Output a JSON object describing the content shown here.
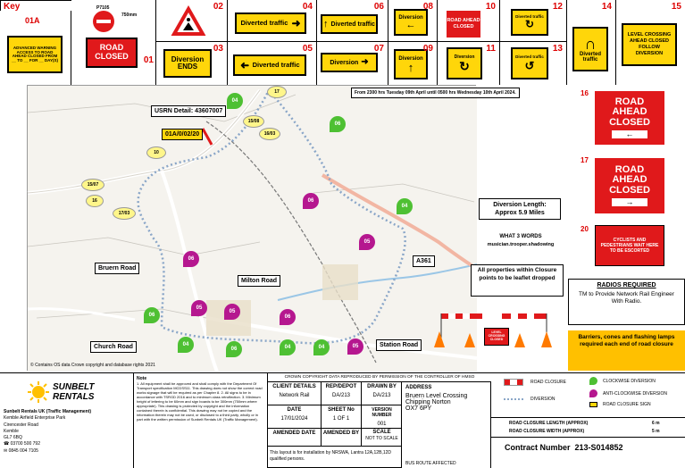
{
  "key": {
    "title": "Key",
    "items": [
      {
        "id": "01A",
        "label": "01A",
        "text": "ADVANCED WARNING ACCESS TO ROAD AHEAD CLOSED FROM __ TO __ FOR __ DAY(S)"
      },
      {
        "id": "01",
        "sign_top": "P7105",
        "sign_top_right": "750mm",
        "text": "ROAD CLOSED",
        "num": "01"
      },
      {
        "id": "02",
        "num": "02"
      },
      {
        "id": "03",
        "text": "Diversion ENDS",
        "num": "03"
      },
      {
        "id": "04",
        "text": "Diverted traffic",
        "num": "04"
      },
      {
        "id": "05",
        "text": "Diverted traffic",
        "num": "05"
      },
      {
        "id": "06",
        "text": "Diverted traffic",
        "num": "06"
      },
      {
        "id": "07",
        "text": "Diversion",
        "num": "07"
      },
      {
        "id": "08",
        "text": "Diversion",
        "num": "08"
      },
      {
        "id": "09",
        "text": "Diversion",
        "num": "09"
      },
      {
        "id": "10",
        "text": "ROAD AHEAD CLOSED",
        "num": "10"
      },
      {
        "id": "11",
        "text": "Diversion",
        "num": "11"
      },
      {
        "id": "12",
        "text": "Diverted traffic",
        "num": "12"
      },
      {
        "id": "13",
        "text": "Diverted traffic",
        "num": "13"
      },
      {
        "id": "14",
        "text": "Diverted traffic",
        "num": "14"
      },
      {
        "id": "15",
        "text": "LEVEL CROSSING AHEAD CLOSED FOLLOW DIVERSION",
        "num": "15"
      }
    ]
  },
  "right_signs": [
    {
      "num": "16",
      "text": "ROAD AHEAD CLOSED",
      "arrow": "left"
    },
    {
      "num": "17",
      "text": "ROAD AHEAD CLOSED",
      "arrow": "right"
    },
    {
      "num": "20",
      "text": "CYCLISTS AND PEDESTRIANS WAIT HERE TO BE ESCORTED"
    }
  ],
  "map": {
    "period_note": "From 2300 hrs Tuesday 09th April until 0500 hrs Wednesday 10th April 2024.",
    "usrn": "USRN Detail: 43607007",
    "closure_ref": "01A/0/02/20",
    "roads": [
      "Bruern Road",
      "Milton Road",
      "Church Road",
      "Station Road",
      "A361"
    ],
    "markers": [
      {
        "label": "04",
        "color": "#4ec033"
      },
      {
        "label": "06",
        "color": "#4ec033"
      },
      {
        "label": "06",
        "color": "#b5178f"
      },
      {
        "label": "04",
        "color": "#4ec033"
      },
      {
        "label": "05",
        "color": "#b5178f"
      },
      {
        "label": "06",
        "color": "#b5178f"
      },
      {
        "label": "05",
        "color": "#b5178f"
      },
      {
        "label": "06",
        "color": "#4ec033"
      },
      {
        "label": "05",
        "color": "#b5178f"
      },
      {
        "label": "04",
        "color": "#4ec033"
      },
      {
        "label": "06",
        "color": "#4ec033"
      },
      {
        "label": "04",
        "color": "#4ec033"
      },
      {
        "label": "06",
        "color": "#b5178f"
      },
      {
        "label": "05",
        "color": "#b5178f"
      },
      {
        "label": "04",
        "color": "#4ec033"
      }
    ],
    "sign_points": [
      "17",
      "15/08",
      "16/03",
      "10",
      "15/07",
      "16",
      "17/03"
    ],
    "copyright": "© Contains OS data Crown copyright and database rights 2021"
  },
  "info": {
    "diversion_length": "Diversion Length: Approx 5.9 Miles",
    "w3w_title": "WHAT 3 WORDS",
    "w3w_value": "musician.trooper.shadowing",
    "properties_note": "All properties within Closure points to be leaflet dropped",
    "radios_title": "RADIOS REQUIRED",
    "radios_text": "TM to Provide Network Rail Engineer With Radio.",
    "barriers_note": "Barriers, cones and flashing lamps required each end of road closure",
    "level_crossing_sign": "LEVEL CROSSING CLOSED"
  },
  "footer": {
    "company_name": "SUNBELT RENTALS",
    "company_address": [
      "Sunbelt Rentals UK (Traffic Management)",
      "Kemble Airfield Enterprise Park",
      "Cirencester Road",
      "Kemble",
      "GL7 6BQ",
      "☎ 03700 500 792",
      "✉ 0845 004 7105"
    ],
    "note_title": "Note",
    "notes": "1. All equipment shall be approved and shall comply with the Department Of Transport specification MCDSS11. This drawing does not show the correct road works signage that will be required as per Chapter 8. 2. All signs to be in accordance with TSRGD 2016 and to minimum class retroflection. 3. Minimum height of lettering to be 60mm and sign boards to be 300mm (750mm where appropriate). This drawing is protected by copyright and the information contained therein is confidential. This drawing may not be copied and the information therein may not be used, or disclosed to a third party, wholly or in part with the written permission of Sunbelt Rentals UK (Traffic Management).",
    "crown_copyright": "CROWN COPYRIGHT DATA REPRODUCED BY PERMISSION OF THE CONTROLLER OF HMSO",
    "client_details_label": "CLIENT DETAILS",
    "client_details": "Network Rail",
    "rep_depot_label": "REP/DEPOT",
    "rep_depot": "DA/213",
    "drawn_by_label": "DRAWN BY",
    "drawn_by": "DA/213",
    "date_label": "DATE",
    "date": "17/01/2024",
    "sheet_label": "SHEET No",
    "sheet": "1 OF 1",
    "version_label": "VERSION NUMBER",
    "version": "001",
    "amended_date_label": "AMENDED DATE",
    "amended_by_label": "AMENDED BY",
    "scale_label": "SCALE",
    "scale": "NOT TO SCALE",
    "layout_note": "This layout is for installation by NRSWA, Lantra 12A,12B,12D qualified persons.",
    "address_label": "ADDRESS",
    "address": [
      "Bruern Level Crossing",
      "Chipping Norton",
      "OX7 6PY"
    ],
    "bus_route": "BUS ROUTE AFFECTED",
    "legend": [
      {
        "label": "ROAD CLOSURE",
        "type": "closure"
      },
      {
        "label": "DIVERSION",
        "type": "diversion"
      },
      {
        "label": "CLOCKWISE DIVERSION",
        "type": "green"
      },
      {
        "label": "ANTI-CLOCKWISE DIVERSION",
        "type": "purple"
      },
      {
        "label": "ROAD CLOSURE SIGN",
        "type": "sign"
      }
    ],
    "closure_length_label": "ROAD CLOSURE LENGTH (APPROX)",
    "closure_length": "6 m",
    "closure_width_label": "ROAD CLOSURE WIDTH (APPROX)",
    "closure_width": "5 m",
    "contract": "Contract Number  213-S014852"
  }
}
